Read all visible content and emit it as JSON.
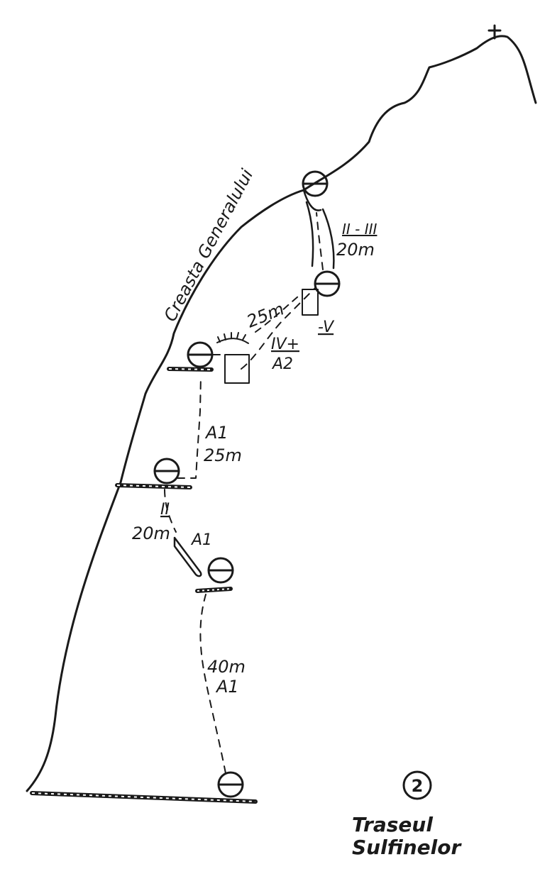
{
  "ridge_label": "Creasta Generalului",
  "route": {
    "number": "2",
    "name_line1": "Traseul",
    "name_line2": "Sulfinelor"
  },
  "pitches": [
    {
      "length": "40m",
      "grade": "A1"
    },
    {
      "length": "20m",
      "grade_free": "II",
      "grade_aid": "A1"
    },
    {
      "length": "25m",
      "grade": "A1"
    },
    {
      "length": "25m",
      "grade_free": "IV+",
      "grade_aid": "A2",
      "crux": "-V"
    },
    {
      "length": "20m",
      "grade": "II - III"
    }
  ],
  "summit_symbol": "cross-icon",
  "belay_symbol": "belay-station-icon",
  "ink_color": "#1a1a1a",
  "paper_color": "#ffffff"
}
